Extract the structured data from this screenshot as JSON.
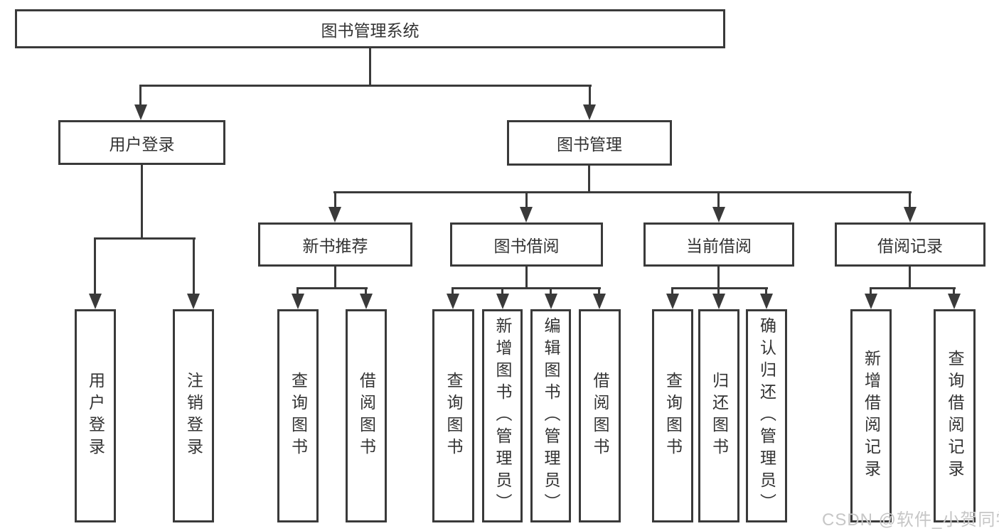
{
  "colors": {
    "line": "#3a3a3a",
    "text": "#333333",
    "background": "#ffffff",
    "watermark": "#c6c6c6"
  },
  "watermark": {
    "text": "CSDN @软件_小贺同学"
  },
  "diagram": {
    "type": "hierarchy-tree",
    "root": {
      "label": "图书管理系统"
    },
    "branches": [
      {
        "label": "用户登录",
        "children": [
          {
            "label": "用户登录"
          },
          {
            "label": "注销登录"
          }
        ]
      },
      {
        "label": "图书管理",
        "children": [
          {
            "label": "新书推荐",
            "children": [
              {
                "label": "查询图书"
              },
              {
                "label": "借阅图书"
              }
            ]
          },
          {
            "label": "图书借阅",
            "children": [
              {
                "label": "查询图书"
              },
              {
                "label": "新增图书（管理员）"
              },
              {
                "label": "编辑图书（管理员）"
              },
              {
                "label": "借阅图书"
              }
            ]
          },
          {
            "label": "当前借阅",
            "children": [
              {
                "label": "查询图书"
              },
              {
                "label": "归还图书"
              },
              {
                "label": "确认归还（管理员）"
              }
            ]
          },
          {
            "label": "借阅记录",
            "children": [
              {
                "label": "新增借阅记录"
              },
              {
                "label": "查询借阅记录"
              }
            ]
          }
        ]
      }
    ]
  }
}
